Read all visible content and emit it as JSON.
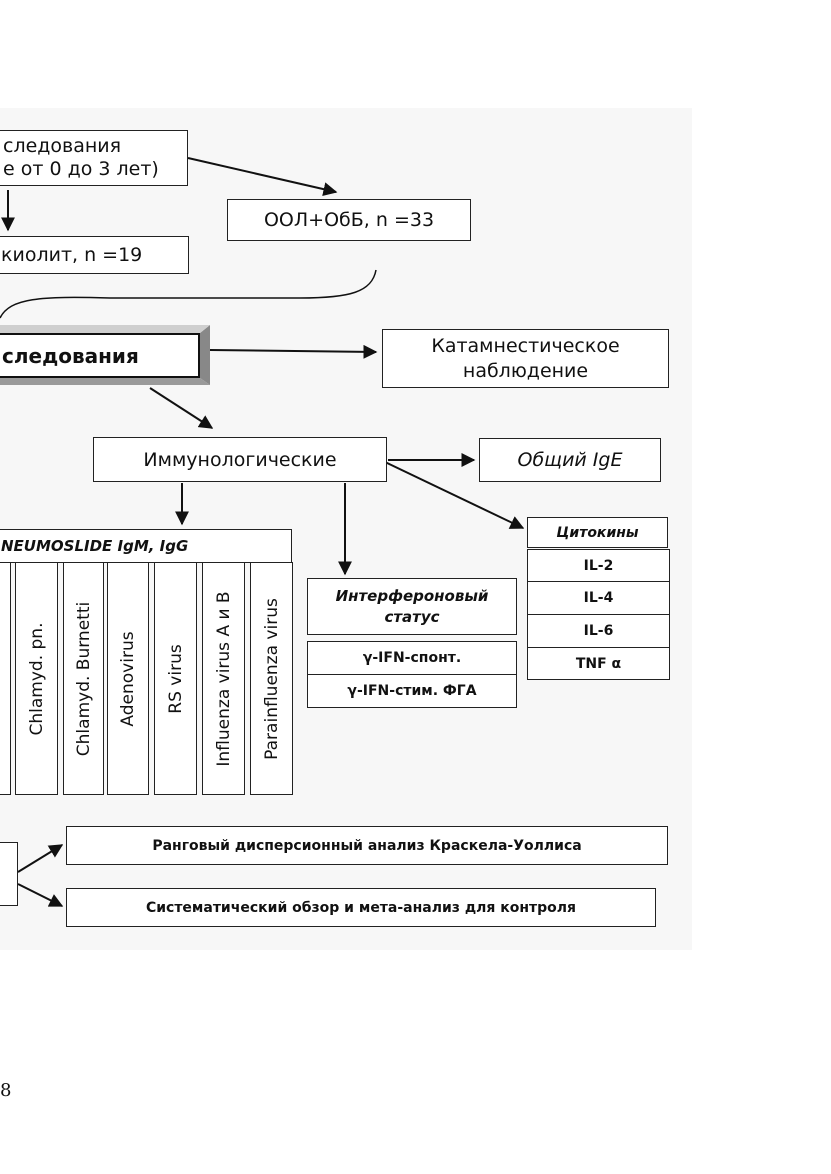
{
  "top_box": {
    "line1": "следования",
    "line2": "е от 0 до 3 лет)"
  },
  "bronchiolitis_box": "киолит, n =19",
  "ool_box": "ООЛ+ОбБ, n =33",
  "methods_box": "следования",
  "catamnestic_box": {
    "line1": "Катамнестическое",
    "line2": "наблюдение"
  },
  "immunological_box": "Иммунологические",
  "total_ige_box": "Общий IgE",
  "pneumoslide_box": "NEUMOSLIDE IgM, IgG",
  "pathogens": [
    "Chlamyd. pn.",
    "Chlamyd. Burnetti",
    "Adenovirus",
    "RS virus",
    "Influenza virus A и B",
    "Parainfluenza virus"
  ],
  "interferon": {
    "title_line1": "Интерфероновый",
    "title_line2": "статус",
    "rows": [
      "γ-IFN-спонт.",
      "γ-IFN-стим. ФГА"
    ]
  },
  "cytokines": {
    "title": "Цитокины",
    "rows": [
      "IL-2",
      "IL-4",
      "IL-6",
      "TNF α"
    ]
  },
  "statistics": {
    "kruskal": "Ранговый дисперсионный анализ Краскела-Уоллиса",
    "meta": "Систематический обзор и мета-анализ для контроля"
  },
  "page_number": "8"
}
